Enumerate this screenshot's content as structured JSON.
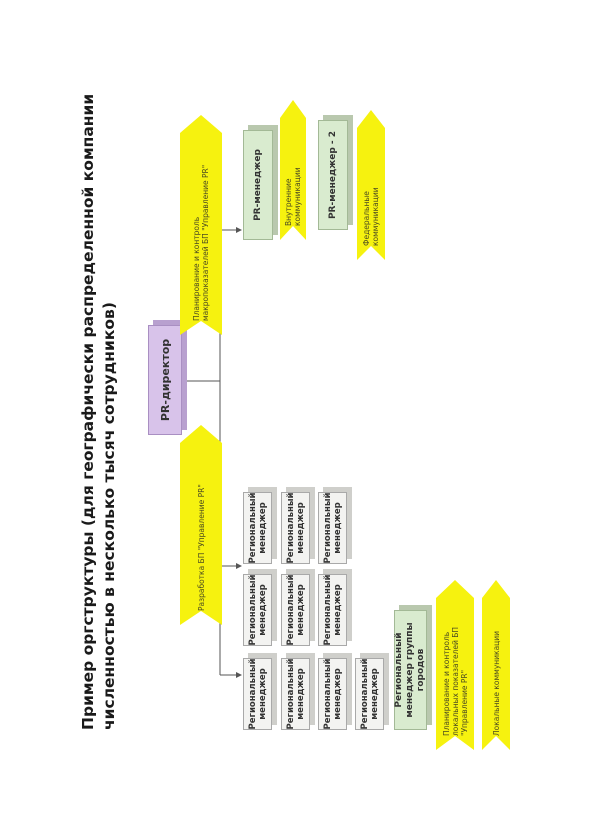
{
  "title": {
    "line1": "Пример оргструктуры (для географически распределенной компании",
    "line2": "численностью в несколько тысяч сотрудников)"
  },
  "director": {
    "label": "PR-директор"
  },
  "left_branch": {
    "arrow_text": "Разработка БП \"Управление PR\"",
    "regional_label": "Региональный менеджер",
    "group_manager": "Региональный менеджер группы городов",
    "arrow_planning": "Планирование и контроль локальных показателей БП \"Управление PR\"",
    "arrow_local": "Локальные коммуникации"
  },
  "right_branch": {
    "arrow_text": "Планирование и контроль макропоказателей БП \"Управление PR\"",
    "pr_manager": "PR-менеджер",
    "arrow_internal": "Внутренние коммуникации",
    "pr_manager_2": "PR-менеджер - 2",
    "arrow_federal": "Федеральные коммуникации"
  },
  "colors": {
    "arrow_yellow": "#f6f20f",
    "director_purple": "#d8c3ea",
    "manager_green": "#d9ebcf",
    "regional_gray": "#f3f3f1"
  }
}
